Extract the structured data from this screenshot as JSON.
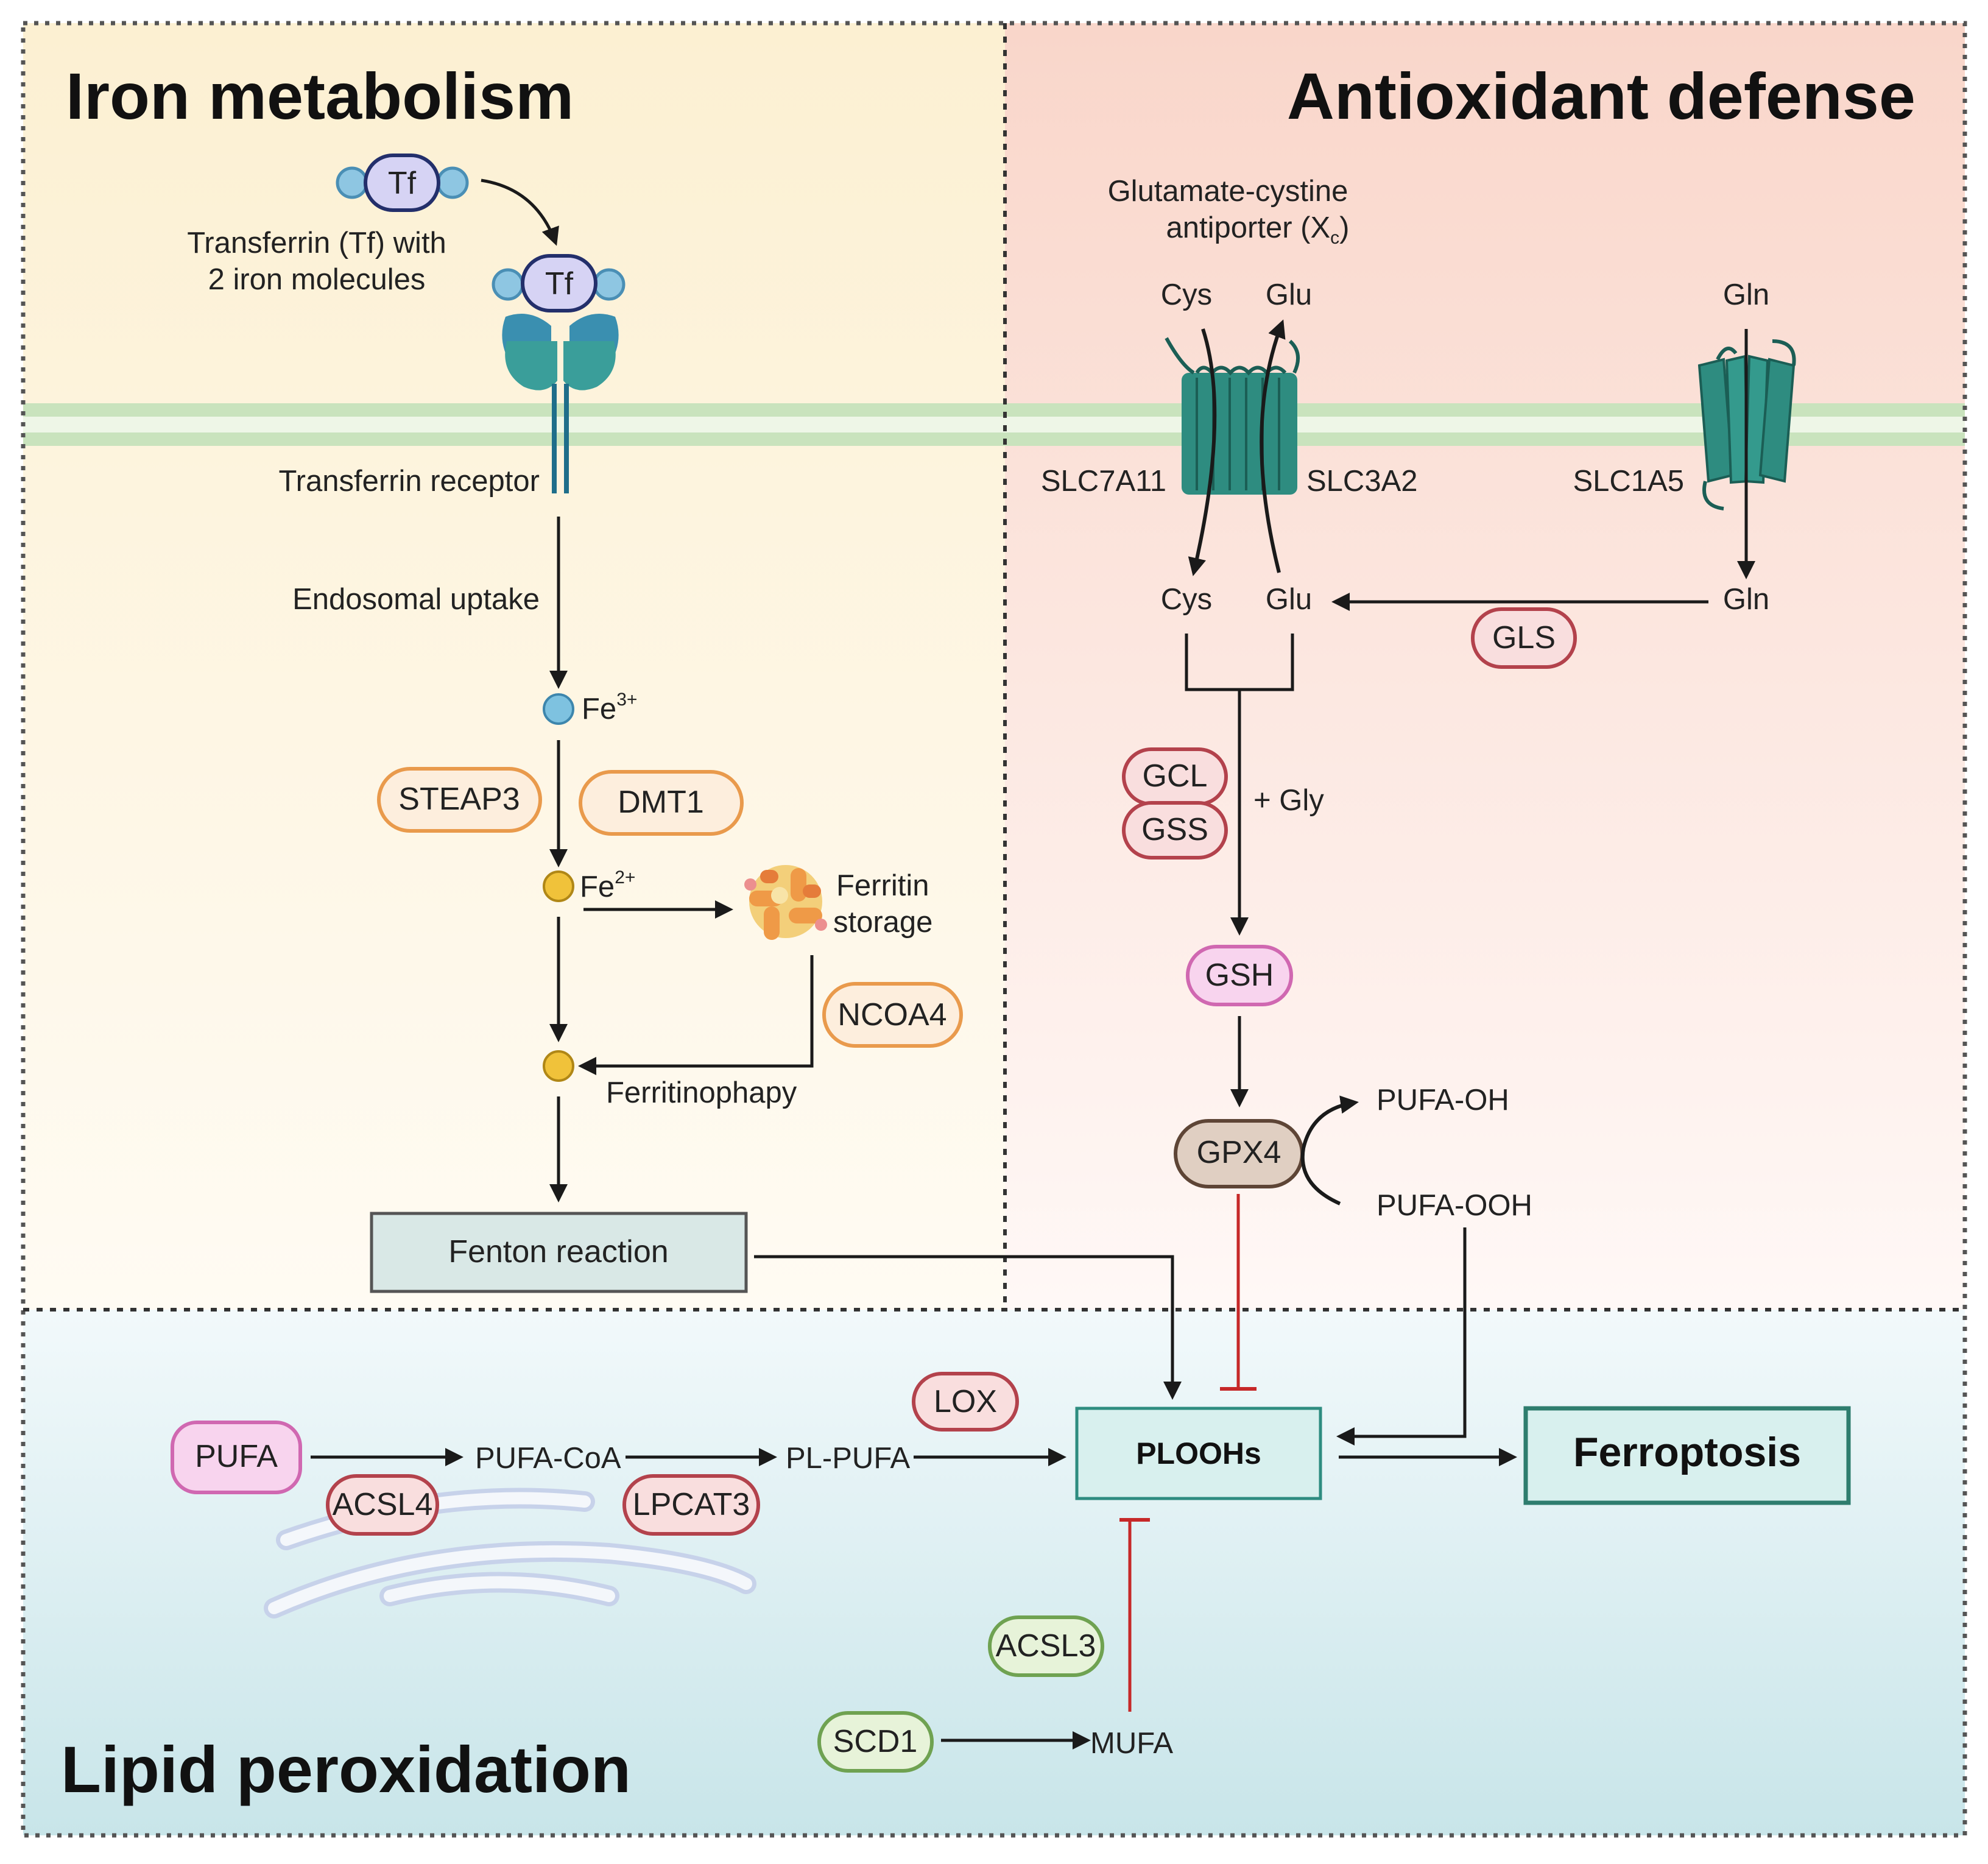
{
  "sections": {
    "iron": "Iron metabolism",
    "antioxidant": "Antioxidant defense",
    "lipid": "Lipid peroxidation"
  },
  "iron": {
    "tf": "Tf",
    "tf_caption_1": "Transferrin (Tf) with",
    "tf_caption_2": "2 iron molecules",
    "receptor": "Transferrin receptor",
    "endosomal": "Endosomal uptake",
    "fe3_base": "Fe",
    "fe3_sup": "3+",
    "fe2_base": "Fe",
    "fe2_sup": "2+",
    "steap3": "STEAP3",
    "dmt1": "DMT1",
    "ferritin_1": "Ferritin",
    "ferritin_2": "storage",
    "ncoa4": "NCOA4",
    "ferritinophagy": "Ferritinophapy",
    "fenton": "Fenton reaction"
  },
  "antioxidant": {
    "xc_1": "Glutamate-cystine",
    "xc_2_base": "antiporter (X",
    "xc_2_sub": "c",
    "xc_2_end": ")",
    "cys_out": "Cys",
    "glu_out": "Glu",
    "gln_out": "Gln",
    "slc7a11": "SLC7A11",
    "slc3a2": "SLC3A2",
    "slc1a5": "SLC1A5",
    "cys_in": "Cys",
    "glu_in": "Glu",
    "gln_in": "Gln",
    "gls": "GLS",
    "gcl": "GCL",
    "gss": "GSS",
    "gly": "+ Gly",
    "gsh": "GSH",
    "gpx4": "GPX4",
    "pufa_oh": "PUFA-OH",
    "pufa_ooh": "PUFA-OOH"
  },
  "lipid": {
    "pufa": "PUFA",
    "pufa_coa": "PUFA-CoA",
    "pl_pufa": "PL-PUFA",
    "acsl4": "ACSL4",
    "lpcat3": "LPCAT3",
    "lox": "LOX",
    "ploohs": "PLOOHs",
    "ferroptosis": "Ferroptosis",
    "acsl3": "ACSL3",
    "scd1": "SCD1",
    "mufa": "MUFA"
  },
  "colors": {
    "iron_bg": "#fdf4dc",
    "antioxidant_bg": "#fbe0d6",
    "lipid_bg": "#d5ebee",
    "membrane": "#c9e3bd",
    "orange_pill": "#e99a4c",
    "red_pill": "#b3424c",
    "pink_pill": "#d068b1",
    "green_pill": "#6fa251",
    "teal": "#2e8c80",
    "inhibit": "#c62828"
  }
}
